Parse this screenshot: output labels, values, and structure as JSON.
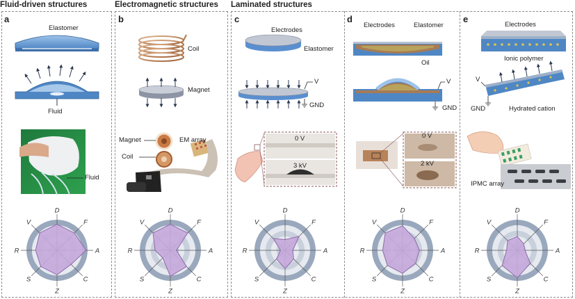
{
  "headers": {
    "fluid": "Fluid-driven structures",
    "em": "Electromagnetic structures",
    "laminated": "Laminated structures"
  },
  "panels": {
    "a": {
      "letter": "a",
      "elastomer": "Elastomer",
      "fluid": "Fluid",
      "photo_fluid": "Fluid"
    },
    "b": {
      "letter": "b",
      "coil": "Coil",
      "magnet": "Magnet",
      "photo_magnet": "Magnet",
      "photo_coil": "Coil",
      "em_array": "EM array"
    },
    "c": {
      "letter": "c",
      "electrodes": "Electrodes",
      "elastomer": "Elastomer",
      "v": "V",
      "gnd": "GND",
      "zero_v": "0 V",
      "three_kv": "3 kV"
    },
    "d": {
      "letter": "d",
      "electrodes": "Electrodes",
      "elastomer": "Elastomer",
      "oil": "Oil",
      "v": "V",
      "gnd": "GND",
      "zero_v": "0 V",
      "two_kv": "2 kV"
    },
    "e": {
      "letter": "e",
      "electrodes": "Electrodes",
      "ionic": "Ionic polymer",
      "v": "V",
      "gnd": "GND",
      "cation": "Hydrated cation",
      "ipmc": "IPMC array"
    }
  },
  "radar_axes": [
    "D",
    "F",
    "A",
    "C",
    "Z",
    "S",
    "R",
    "V"
  ],
  "radar_values": {
    "a": [
      0.85,
      0.8,
      0.95,
      0.65,
      0.8,
      0.75,
      0.7,
      0.8
    ],
    "b": [
      0.85,
      0.8,
      0.2,
      0.75,
      0.85,
      0.35,
      0.5,
      0.8
    ],
    "c": [
      0.35,
      0.65,
      0.25,
      0.4,
      0.6,
      0.4,
      0.15,
      0.55
    ],
    "d": [
      0.8,
      0.55,
      0.55,
      0.6,
      0.75,
      0.7,
      0.65,
      0.8
    ],
    "e": [
      0.45,
      0.3,
      0.25,
      0.6,
      0.9,
      0.7,
      0.35,
      0.45
    ]
  },
  "colors": {
    "poly_fill": "#c5a9dc",
    "poly_stroke": "#8d6aa8",
    "ring1": "#9aa8bd",
    "ring2": "#c8d0dc",
    "ring3": "#e6eaf0",
    "blue": "#4f87c5",
    "copper": "#b47a4e"
  }
}
